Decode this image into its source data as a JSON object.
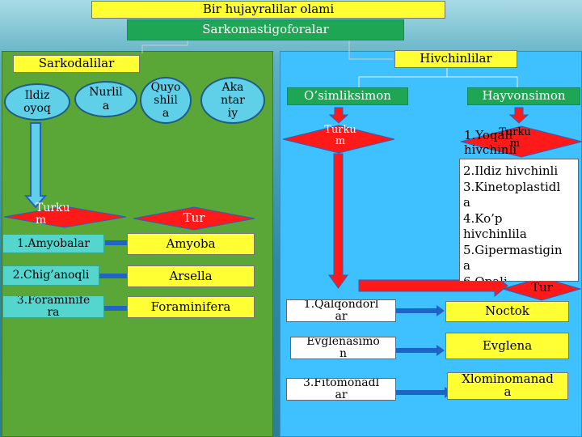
{
  "title": "Bir hujayralilar olami",
  "subtitle": "Sarkomastigoforalar",
  "left": {
    "header": "Sarkodalilar",
    "ellipses": [
      "Ildiz\noyoq",
      "Nurlil\na",
      "Quyo\nshlil\na",
      "Aka\nntar\niy"
    ],
    "turkum_label": "Turku\nm",
    "tur_label": "Tur",
    "turkum_items": [
      "1.Amyobalar",
      "2.Chig’anoqli",
      "3.Foraminife\nra"
    ],
    "tur_items": [
      "Amyoba",
      "Arsella",
      "Foraminifera"
    ]
  },
  "right": {
    "header": "Hivchinlilar",
    "plant": "O’simliksimon",
    "animal": "Hayvonsimon",
    "turkum_label_left": "Turku\nm",
    "turkum_label_right": "Turku\nm",
    "tur_label": "Tur",
    "animal_list_overlap": "1.Yoqali\nhivchinli",
    "animal_list": "2.Ildiz hivchinli\n3.Kinetoplastidl\na\n4.Ko’p\nhivchinlila\n5.Gipermastigin\na\n6.Opali",
    "plant_items": [
      "1.Qalqondorl\nar",
      "Evglenasimo\nn",
      "3.Fitomonadl\nar"
    ],
    "tur_items": [
      "Noctok",
      "Evglena",
      "Xlominomanad\na"
    ]
  },
  "colors": {
    "yellow": "#ffff33",
    "green_panel": "#5aa637",
    "blue_panel": "#3fc0ff",
    "red_diamond": "#ff1a1a",
    "arrow_blue": "#1e64c8"
  }
}
